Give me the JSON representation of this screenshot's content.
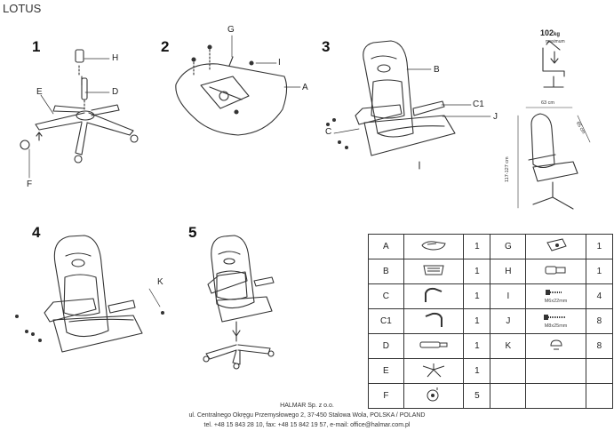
{
  "title": "LOTUS",
  "steps": [
    "1",
    "2",
    "3",
    "4",
    "5"
  ],
  "callouts": {
    "s1_h": "H",
    "s1_d": "D",
    "s1_e": "E",
    "s1_f": "F",
    "s2_g": "G",
    "s2_i": "I",
    "s2_a": "A",
    "s3_b": "B",
    "s3_c1": "C1",
    "s3_j": "J",
    "s3_c": "C",
    "s4_k": "K"
  },
  "spec": {
    "weight": "102",
    "weight_unit": "kg",
    "weight_sub": "maximum",
    "width": "63 cm",
    "depth": "65 cm",
    "height": "117-127 cm"
  },
  "parts": [
    {
      "code": "A",
      "icon": "seat-icon",
      "qty": "1",
      "code2": "G",
      "icon2": "mechanism-icon",
      "qty2": "1",
      "note2": ""
    },
    {
      "code": "B",
      "icon": "backrest-icon",
      "qty": "1",
      "code2": "H",
      "icon2": "gas-cover-icon",
      "qty2": "1",
      "note2": ""
    },
    {
      "code": "C",
      "icon": "armrest-left-icon",
      "qty": "1",
      "code2": "I",
      "icon2": "screw-short-icon",
      "qty2": "4",
      "note2": "M6x22mm"
    },
    {
      "code": "C1",
      "icon": "armrest-right-icon",
      "qty": "1",
      "code2": "J",
      "icon2": "screw-long-icon",
      "qty2": "8",
      "note2": "M8x25mm"
    },
    {
      "code": "D",
      "icon": "gas-lift-icon",
      "qty": "1",
      "code2": "K",
      "icon2": "screw-cap-icon",
      "qty2": "8",
      "note2": ""
    },
    {
      "code": "E",
      "icon": "star-base-icon",
      "qty": "1",
      "code2": "",
      "icon2": "",
      "qty2": "",
      "note2": ""
    },
    {
      "code": "F",
      "icon": "caster-icon",
      "qty": "5",
      "code2": "",
      "icon2": "",
      "qty2": "",
      "note2": ""
    }
  ],
  "footer": {
    "company": "HALMAR Sp. z o.o.",
    "address": "ul. Centralnego Okręgu Przemysłowego 2, 37-450 Stalowa Wola, POLSKA / POLAND",
    "contact": "tel. +48 15 843 28 10, fax: +48 15 842 19 57, e-mail: office@halmar.com.pl"
  }
}
